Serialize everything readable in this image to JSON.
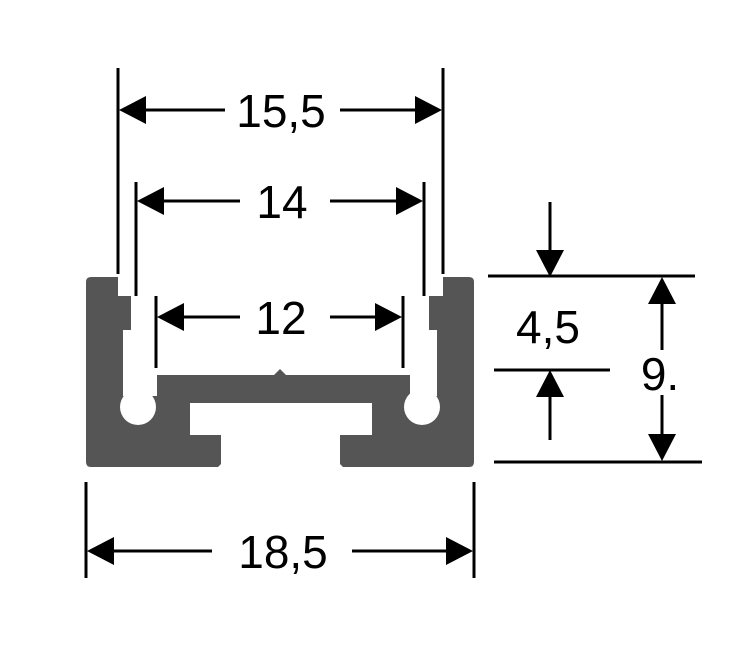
{
  "dimensions": {
    "top_outer_width": "15,5",
    "top_inner_width": "14",
    "channel_width": "12",
    "overall_width": "18,5",
    "partial_height": "4,5",
    "overall_height": "9."
  },
  "colors": {
    "profile": "#555555",
    "lines": "#000000",
    "background": "#ffffff"
  }
}
